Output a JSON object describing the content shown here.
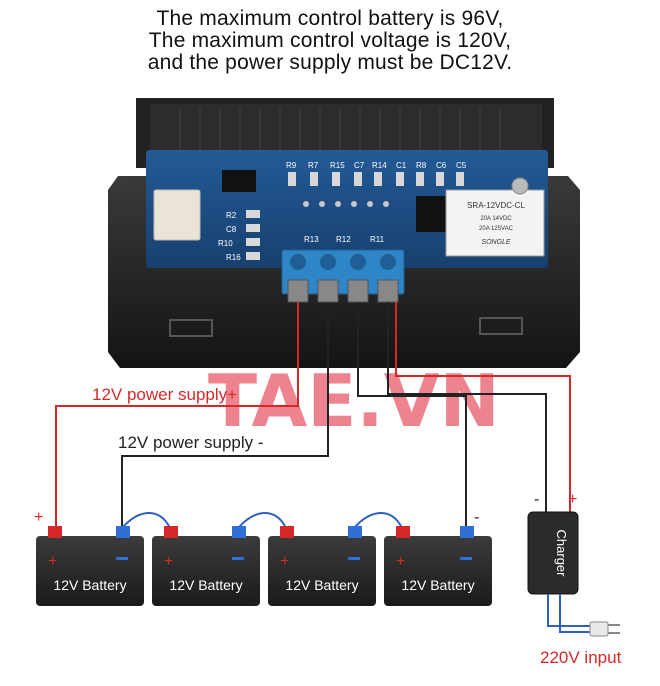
{
  "header": {
    "lines": [
      "The maximum control battery is 96V,",
      "The maximum control voltage is 120V,",
      "and the power supply must be DC12V."
    ]
  },
  "board": {
    "labels": [
      "R9",
      "R7",
      "R15",
      "C7",
      "R14",
      "C1",
      "R8",
      "C6",
      "C5",
      "R2",
      "C8",
      "R10",
      "R16",
      "R13",
      "R12",
      "R11"
    ],
    "relay_text": [
      "SRA-12VDC-CL",
      "20A 14VDC",
      "20A 125VAC",
      "SONGLE"
    ]
  },
  "watermark": "TAE.VN",
  "wires": {
    "supply_plus": "12V power supply+",
    "supply_minus": "12V power supply -"
  },
  "batteries": [
    {
      "label": "12V Battery"
    },
    {
      "label": "12V Battery"
    },
    {
      "label": "12V Battery"
    },
    {
      "label": "12V Battery"
    }
  ],
  "polarity": {
    "plus": "+",
    "minus": "-"
  },
  "charger": {
    "label": "Charger"
  },
  "mains": {
    "label": "220V input"
  },
  "colors": {
    "red_wire": "#d62828",
    "black_wire": "#222222",
    "pcb": "#1c4e86",
    "terminal": "#2f86c7",
    "watermark_red": "#e85a6a",
    "watermark_teal": "#27b39a",
    "mains_text": "#d62828"
  }
}
